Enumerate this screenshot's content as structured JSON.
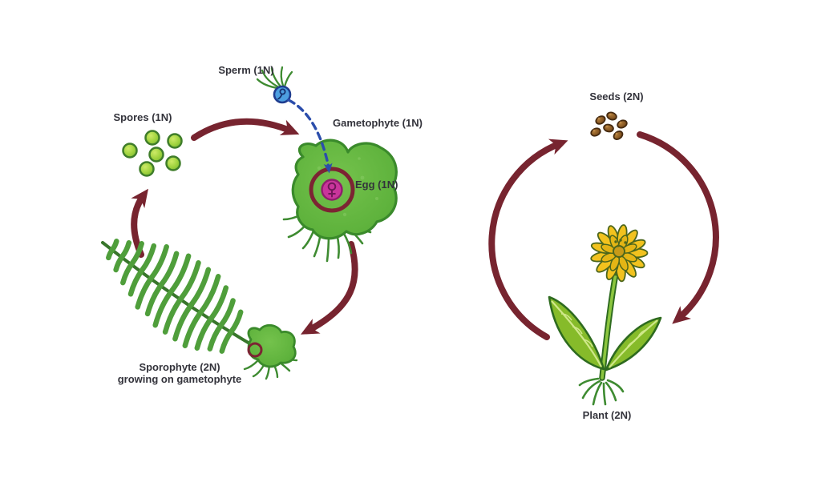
{
  "diagram": {
    "description_colors": {
      "arrow_maroon": "#77242f",
      "label_text": "#33333b",
      "spore_green": "#8cc63f",
      "spore_ring_green": "#3f7d2a",
      "fern_green": "#4f9e3b",
      "gametophyte_green": "#5eb23c",
      "egg_ring_maroon": "#7c2433",
      "egg_magenta": "#c9359b",
      "sperm_blue": "#4d9fe0",
      "sperm_outline_navy": "#1f3d8f",
      "dashed_arrow_blue": "#2b4dab",
      "seed_brown": "#8a5a24",
      "flower_yellow": "#f2c21e",
      "leaf_green": "#86bb2a",
      "background": "#ffffff"
    },
    "fern_cycle": {
      "labels": {
        "sperm": "Sperm (1N)",
        "spores": "Spores (1N)",
        "gametophyte": "Gametophyte (1N)",
        "egg": "Egg (1N)",
        "sporophyte_line1": "Sporophyte (2N)",
        "sporophyte_line2": "growing on gametophyte"
      },
      "flow": [
        "spores -> gametophyte",
        "sperm -> egg",
        "gametophyte -> sporophyte",
        "sporophyte -> spores"
      ]
    },
    "seed_cycle": {
      "labels": {
        "seeds": "Seeds (2N)",
        "plant": "Plant (2N)"
      },
      "flow": [
        "plant -> seeds",
        "seeds -> plant"
      ]
    }
  }
}
